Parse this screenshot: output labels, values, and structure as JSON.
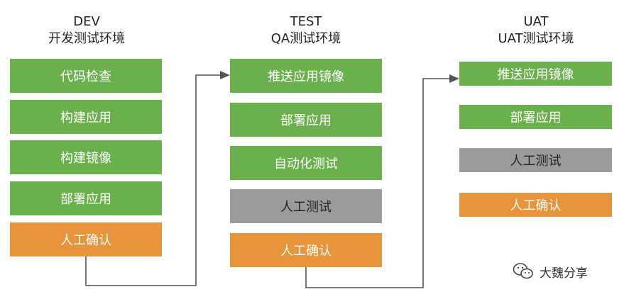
{
  "columns": {
    "dev": {
      "title": "DEV",
      "subtitle": "开发测试环境",
      "steps": [
        "代码检查",
        "构建应用",
        "构建镜像",
        "部署应用",
        "人工确认"
      ]
    },
    "test": {
      "title": "TEST",
      "subtitle": "QA测试环境",
      "steps": [
        "推送应用镜像",
        "部署应用",
        "自动化测试",
        "人工测试",
        "人工确认"
      ]
    },
    "uat": {
      "title": "UAT",
      "subtitle": "UAT测试环境",
      "steps": [
        "推送应用镜像",
        "部署应用",
        "人工测试",
        "人工确认"
      ]
    }
  },
  "colors": {
    "auto": "#6ab04c",
    "manual_test": "#9b9b9b",
    "confirm": "#e8943a",
    "arrow": "#555555"
  },
  "watermark": {
    "text": "大魏分享",
    "icon": "wechat-icon"
  }
}
